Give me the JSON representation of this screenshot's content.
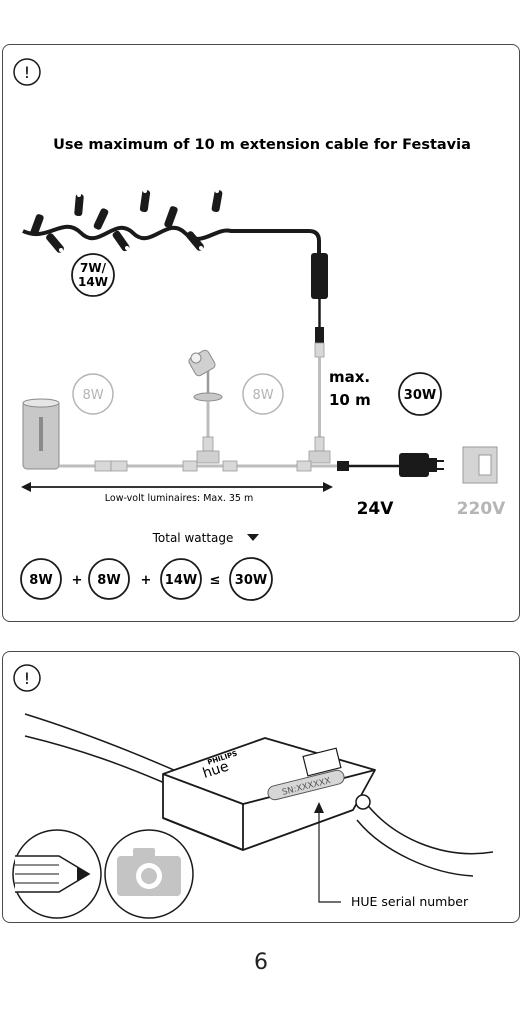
{
  "panel1": {
    "warning_symbol": "!",
    "title": "Use maximum of 10 m extension cable for Festavia",
    "festavia_wattage_line1": "7W/",
    "festavia_wattage_line2": "14W",
    "luminaire1_wattage": "8W",
    "luminaire2_wattage": "8W",
    "max_label": "max.",
    "max_length": "10 m",
    "psu_wattage": "30W",
    "run_length_label": "Low-volt luminaires: Max. 35 m",
    "low_voltage": "24V",
    "mains_voltage": "220V",
    "total_label": "Total wattage",
    "equation": {
      "term1": "8W",
      "plus1": "+",
      "term2": "8W",
      "plus2": "+",
      "term3": "14W",
      "le": "≤",
      "result": "30W"
    }
  },
  "panel2": {
    "warning_symbol": "!",
    "brand": "PHILIPS",
    "product": "hue",
    "serial_placeholder": "SN:XXXXXX",
    "serial_callout": "HUE serial number",
    "icons": [
      "pencil-icon",
      "camera-icon"
    ]
  },
  "page_number": "6",
  "colors": {
    "line": "#1a1a1a",
    "muted": "#b5b5b5",
    "connector": "#c9c9c9"
  }
}
